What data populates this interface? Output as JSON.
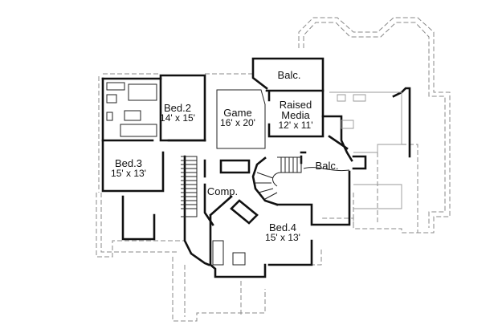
{
  "plan": {
    "rooms": [
      {
        "id": "bed2",
        "name": "Bed.2",
        "size": "14' x 15'"
      },
      {
        "id": "game",
        "name": "Game",
        "size": "16' x 20'"
      },
      {
        "id": "balc_top",
        "name": "Balc.",
        "size": ""
      },
      {
        "id": "media",
        "name": "Raised",
        "name2": "Media",
        "size": "12' x 11'"
      },
      {
        "id": "bed3",
        "name": "Bed.3",
        "size": "15' x 13'"
      },
      {
        "id": "comp",
        "name": "Comp.",
        "size": ""
      },
      {
        "id": "balc_right",
        "name": "Balc.",
        "size": ""
      },
      {
        "id": "bed4",
        "name": "Bed.4",
        "size": "15' x 13'"
      }
    ]
  }
}
